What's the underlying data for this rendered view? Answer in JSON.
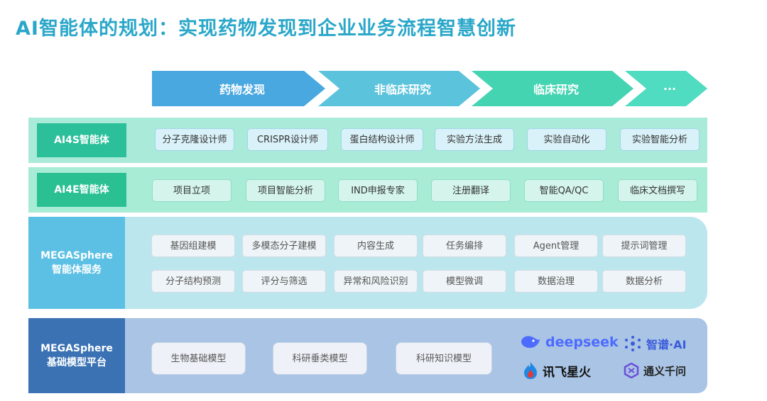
{
  "title": "AI智能体的规划：实现药物发现到企业业务流程智慧创新",
  "stages": [
    "药物发现",
    "非临床研究",
    "临床研究",
    "···"
  ],
  "ai4s": {
    "label": "AI4S智能体",
    "items": [
      "分子克隆设计师",
      "CRISPR设计师",
      "蛋白结构设计师",
      "实验方法生成",
      "实验自动化",
      "实验智能分析"
    ]
  },
  "ai4e": {
    "label": "AI4E智能体",
    "items": [
      "项目立项",
      "项目智能分析",
      "IND申报专家",
      "注册翻译",
      "智能QA/QC",
      "临床文档撰写"
    ]
  },
  "services": {
    "label_line1": "MEGASphere",
    "label_line2": "智能体服务",
    "row1": [
      "基因组建模",
      "多模态分子建模",
      "内容生成",
      "任务编排",
      "Agent管理",
      "提示词管理"
    ],
    "row2": [
      "分子结构预测",
      "评分与筛选",
      "异常和风险识别",
      "模型微调",
      "数据治理",
      "数据分析"
    ]
  },
  "platform": {
    "label_line1": "MEGASphere",
    "label_line2": "基础模型平台",
    "items": [
      "生物基础模型",
      "科研垂类模型",
      "科研知识模型"
    ],
    "logos": {
      "deepseek": "deepseek",
      "zhipu": "智谱·AI",
      "xunfei": "讯飞星火",
      "tongyi": "通义千问"
    }
  },
  "colors": {
    "title": "#2aa7c9",
    "stage1": "#4aa8e0",
    "stage2": "#5cc3dc",
    "stage3": "#45d4b2",
    "stage4": "#4fdcc0",
    "ai4s_bg": "#a9ead9",
    "ai4s_label": "#2bbf9a",
    "ai4e_bg": "#a8ecd5",
    "ai4e_label": "#2bc092",
    "services_bg": "#bce6ee",
    "services_label": "#5cc0e4",
    "platform_bg": "#a9c4e4",
    "platform_label": "#3a72b4"
  }
}
